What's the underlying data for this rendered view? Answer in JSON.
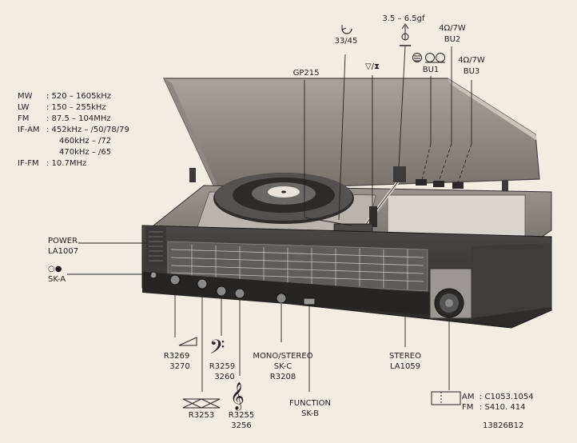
{
  "specs": {
    "mw": {
      "key": "MW",
      "value": ": 520 – 1605kHz"
    },
    "lw": {
      "key": "LW",
      "value": ": 150 – 255kHz"
    },
    "fm": {
      "key": "FM",
      "value": ": 87.5 – 104MHz"
    },
    "ifam": {
      "key": "IF-AM",
      "value": ": 452kHz – /50/78/79"
    },
    "ifam2": "460kHz – /72",
    "ifam3": "470kHz – /65",
    "iffm": {
      "key": "IF-FM",
      "value": ": 10.7MHz"
    }
  },
  "labels": {
    "speed": "33/45",
    "force": "3.5 – 6.5gf",
    "gp215": "GP215",
    "lift": "▽/⧗",
    "bu1": "BU1",
    "bu2_rating": "4Ω/7W",
    "bu2": "BU2",
    "bu3_rating": "4Ω/7W",
    "bu3": "BU3",
    "power": "POWER",
    "power_code": "LA1007",
    "ska_symbol": "○●",
    "ska": "SK-A",
    "r3269": "R3269",
    "r3270": "3270",
    "r3253": "R3253",
    "r3259": "R3259",
    "r3260": "3260",
    "r3255": "R3255",
    "r3256": "3256",
    "mono_stereo": "MONO/STEREO",
    "skc": "SK-C",
    "r3208": "R3208",
    "function": "FUNCTION",
    "skb": "SK-B",
    "stereo": "STEREO",
    "la1059": "LA1059",
    "am_key": "AM",
    "am_value": ": C1053.1054",
    "fm_key": "FM",
    "fm_value": ": S410. 414",
    "figure_code": "13826B12"
  }
}
